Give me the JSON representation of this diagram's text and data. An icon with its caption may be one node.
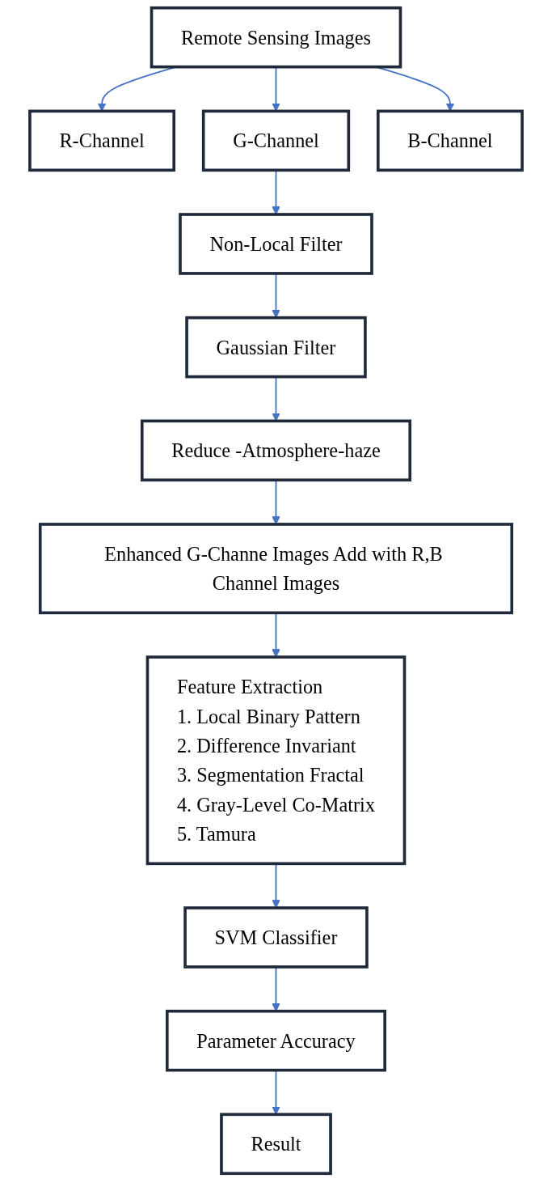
{
  "diagram": {
    "nodes": [
      {
        "text": [
          "Remote Sensing Images"
        ]
      },
      {
        "text": [
          "R-Channel"
        ]
      },
      {
        "text": [
          "G-Channel"
        ]
      },
      {
        "text": [
          "B-Channel"
        ]
      },
      {
        "text": [
          "Non-Local Filter"
        ]
      },
      {
        "text": [
          "Gaussian Filter"
        ]
      },
      {
        "text": [
          "Reduce -Atmosphere-haze"
        ]
      },
      {
        "text": [
          "Enhanced G-Channe Images Add with R,B Channel Images"
        ]
      },
      {
        "text": [
          "Feature Extraction",
          "1. Local Binary Pattern",
          "2. Difference Invariant",
          "3. Segmentation Fractal",
          "4. Gray-Level Co-Matrix",
          "5. Tamura"
        ]
      },
      {
        "text": [
          "SVM Classifier"
        ]
      },
      {
        "text": [
          "Parameter Accuracy"
        ]
      },
      {
        "text": [
          "Result"
        ]
      }
    ],
    "edges": [
      {
        "from": 0,
        "to": 1,
        "arrow": "to"
      },
      {
        "from": 0,
        "to": 2,
        "arrow": "to"
      },
      {
        "from": 0,
        "to": 3,
        "arrow": "to"
      },
      {
        "from": 2,
        "to": 4,
        "arrow": "to"
      },
      {
        "from": 4,
        "to": 5,
        "arrow": "to"
      },
      {
        "from": 5,
        "to": 6,
        "arrow": "to"
      },
      {
        "from": 6,
        "to": 7,
        "arrow": "to"
      },
      {
        "from": 7,
        "to": 8,
        "arrow": "to"
      },
      {
        "from": 8,
        "to": 9,
        "arrow": "to"
      },
      {
        "from": 9,
        "to": 10,
        "arrow": "to"
      },
      {
        "from": 10,
        "to": 11,
        "arrow": "to"
      }
    ]
  }
}
